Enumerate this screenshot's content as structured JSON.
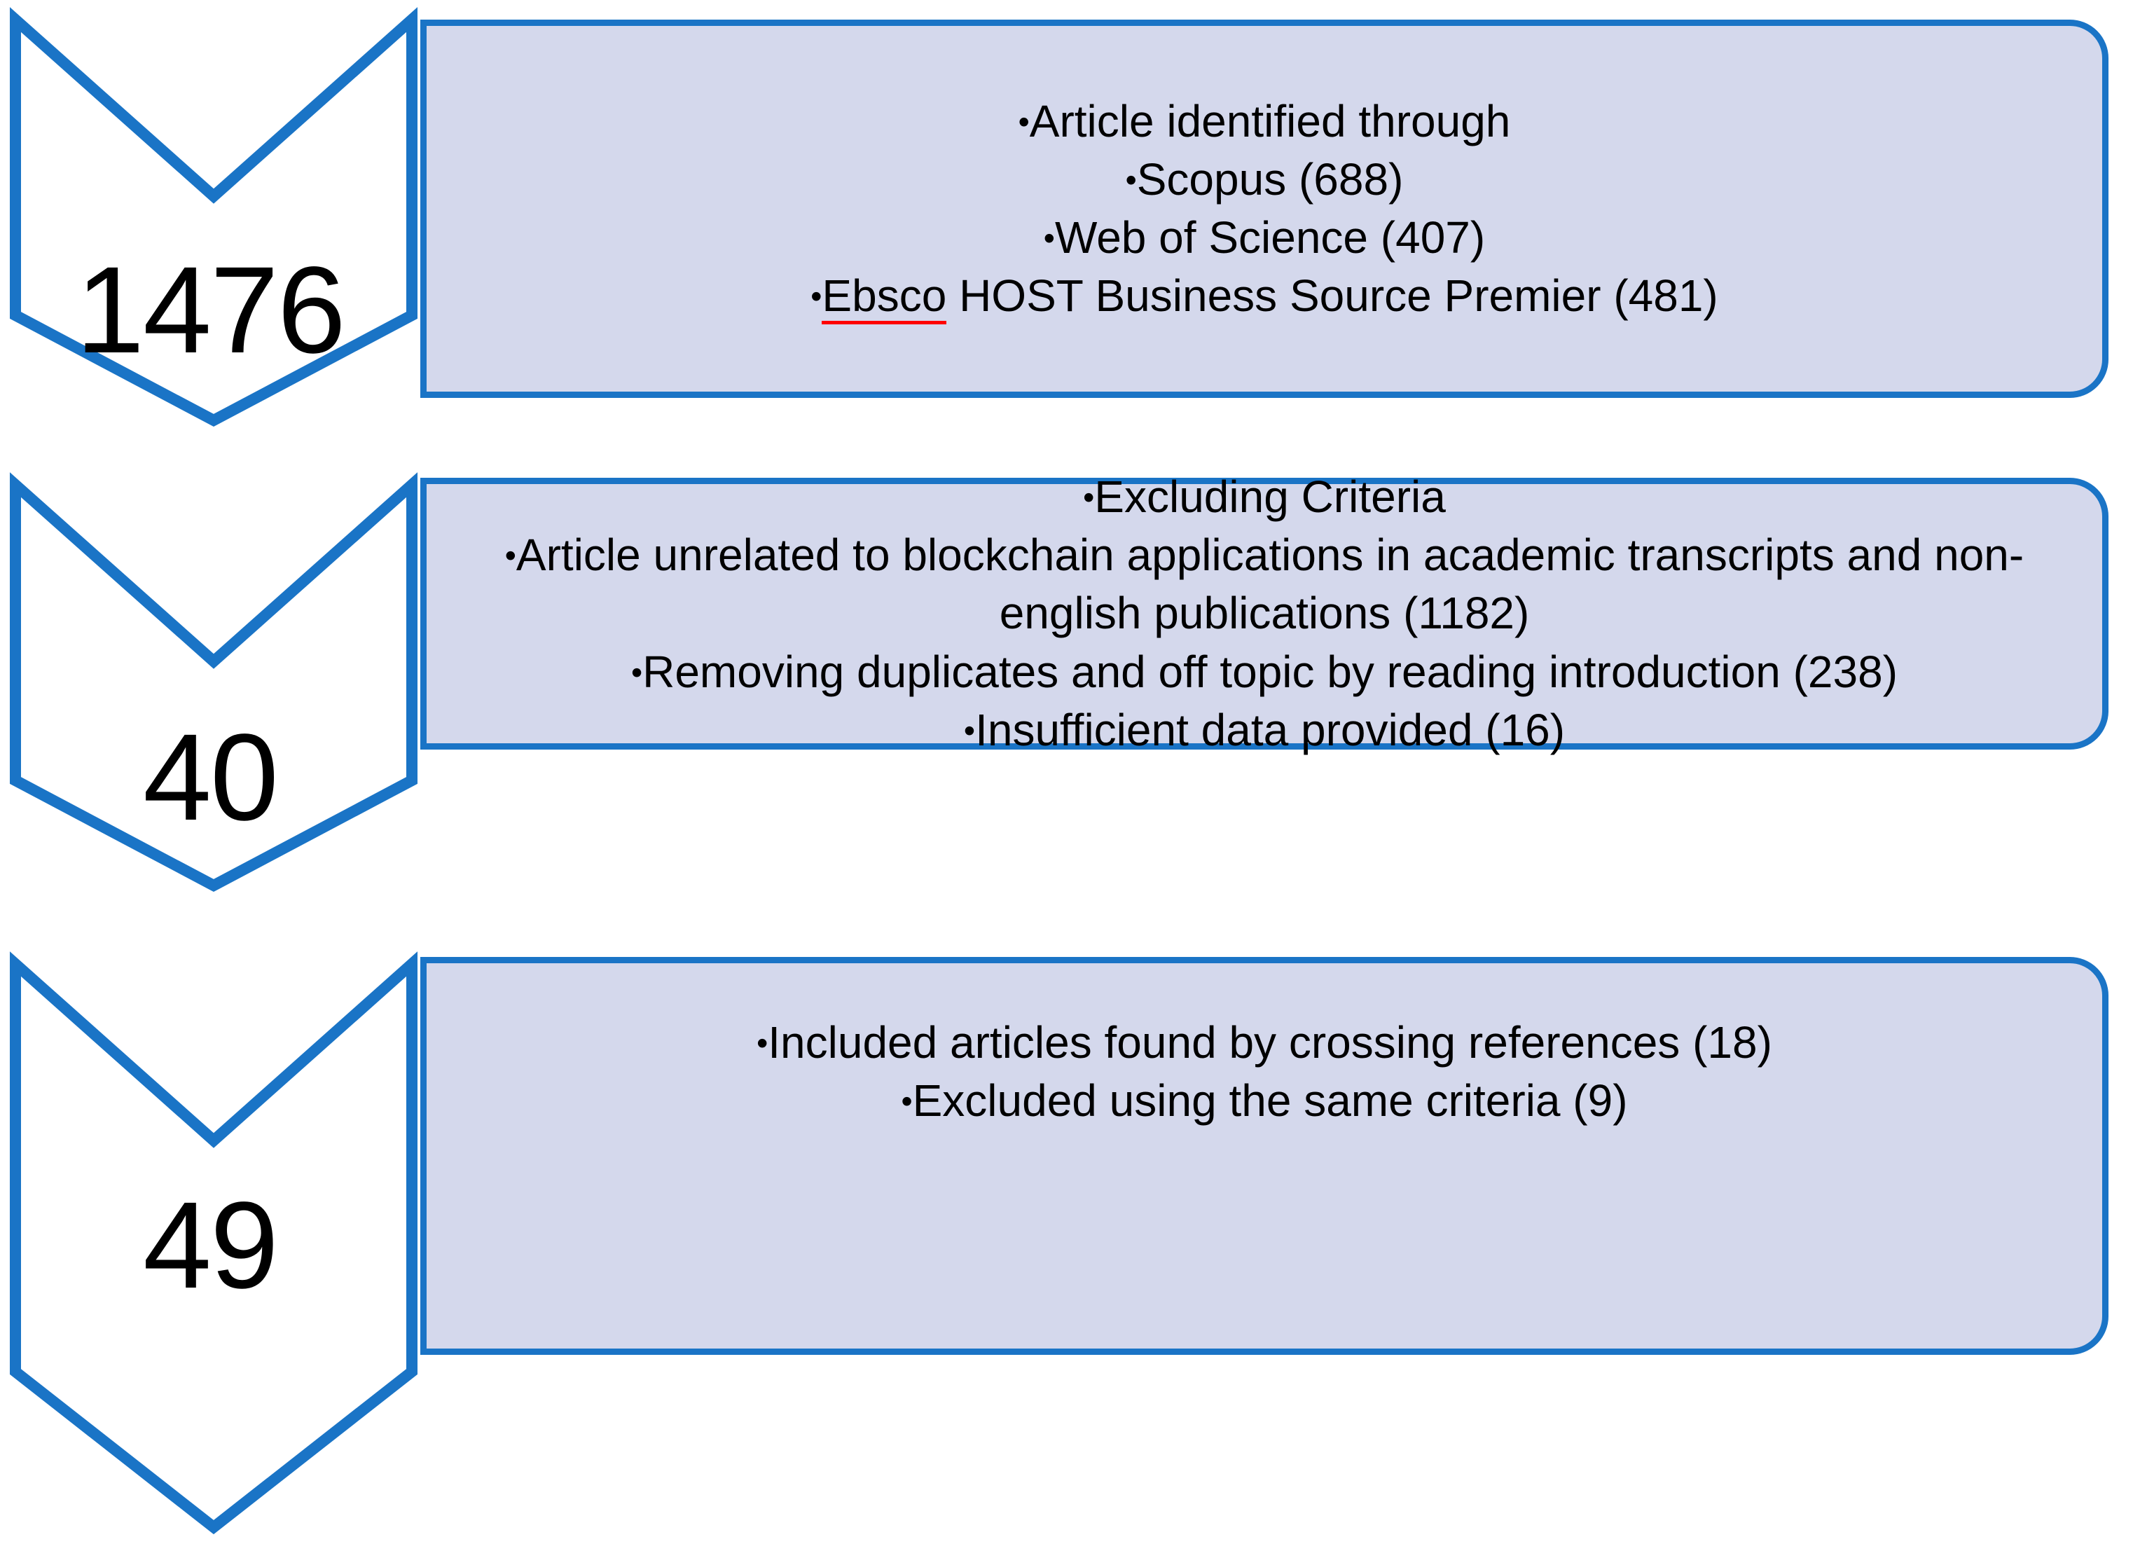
{
  "diagram": {
    "title": "PRISMA article selection flow",
    "colors": {
      "box_fill": "#d4d8ec",
      "outline": "#1a74c6",
      "text": "#000000",
      "spellcheck_underline": "#ff0000",
      "background": "#ffffff"
    },
    "bullet_glyph": "•",
    "stages": [
      {
        "id": "identification",
        "count": "1476",
        "lines": [
          {
            "bullet": "•",
            "text": "Article identified through",
            "misspelled": ""
          },
          {
            "bullet": "•",
            "text": "Scopus (688)",
            "misspelled": ""
          },
          {
            "bullet": "•",
            "text": "Web of Science (407)",
            "misspelled": ""
          },
          {
            "bullet": "•",
            "text": "HOST Business Source Premier (481)",
            "misspelled": "Ebsco"
          }
        ]
      },
      {
        "id": "screening",
        "count": "40",
        "lines": [
          {
            "bullet": "•",
            "text": "Excluding Criteria",
            "misspelled": ""
          },
          {
            "bullet": "•",
            "text": "Article unrelated to blockchain applications in academic transcripts and non-english publications (1182)",
            "misspelled": ""
          },
          {
            "bullet": "•",
            "text": "Removing duplicates and off topic by reading introduction (238)",
            "misspelled": ""
          },
          {
            "bullet": "•",
            "text": "Insufficient data provided (16)",
            "misspelled": ""
          }
        ]
      },
      {
        "id": "included",
        "count": "49",
        "lines": [
          {
            "bullet": "•",
            "text": "Included articles found by crossing references (18)",
            "misspelled": ""
          },
          {
            "bullet": "•",
            "text": "Excluded using the same criteria (9)",
            "misspelled": ""
          }
        ]
      }
    ]
  }
}
